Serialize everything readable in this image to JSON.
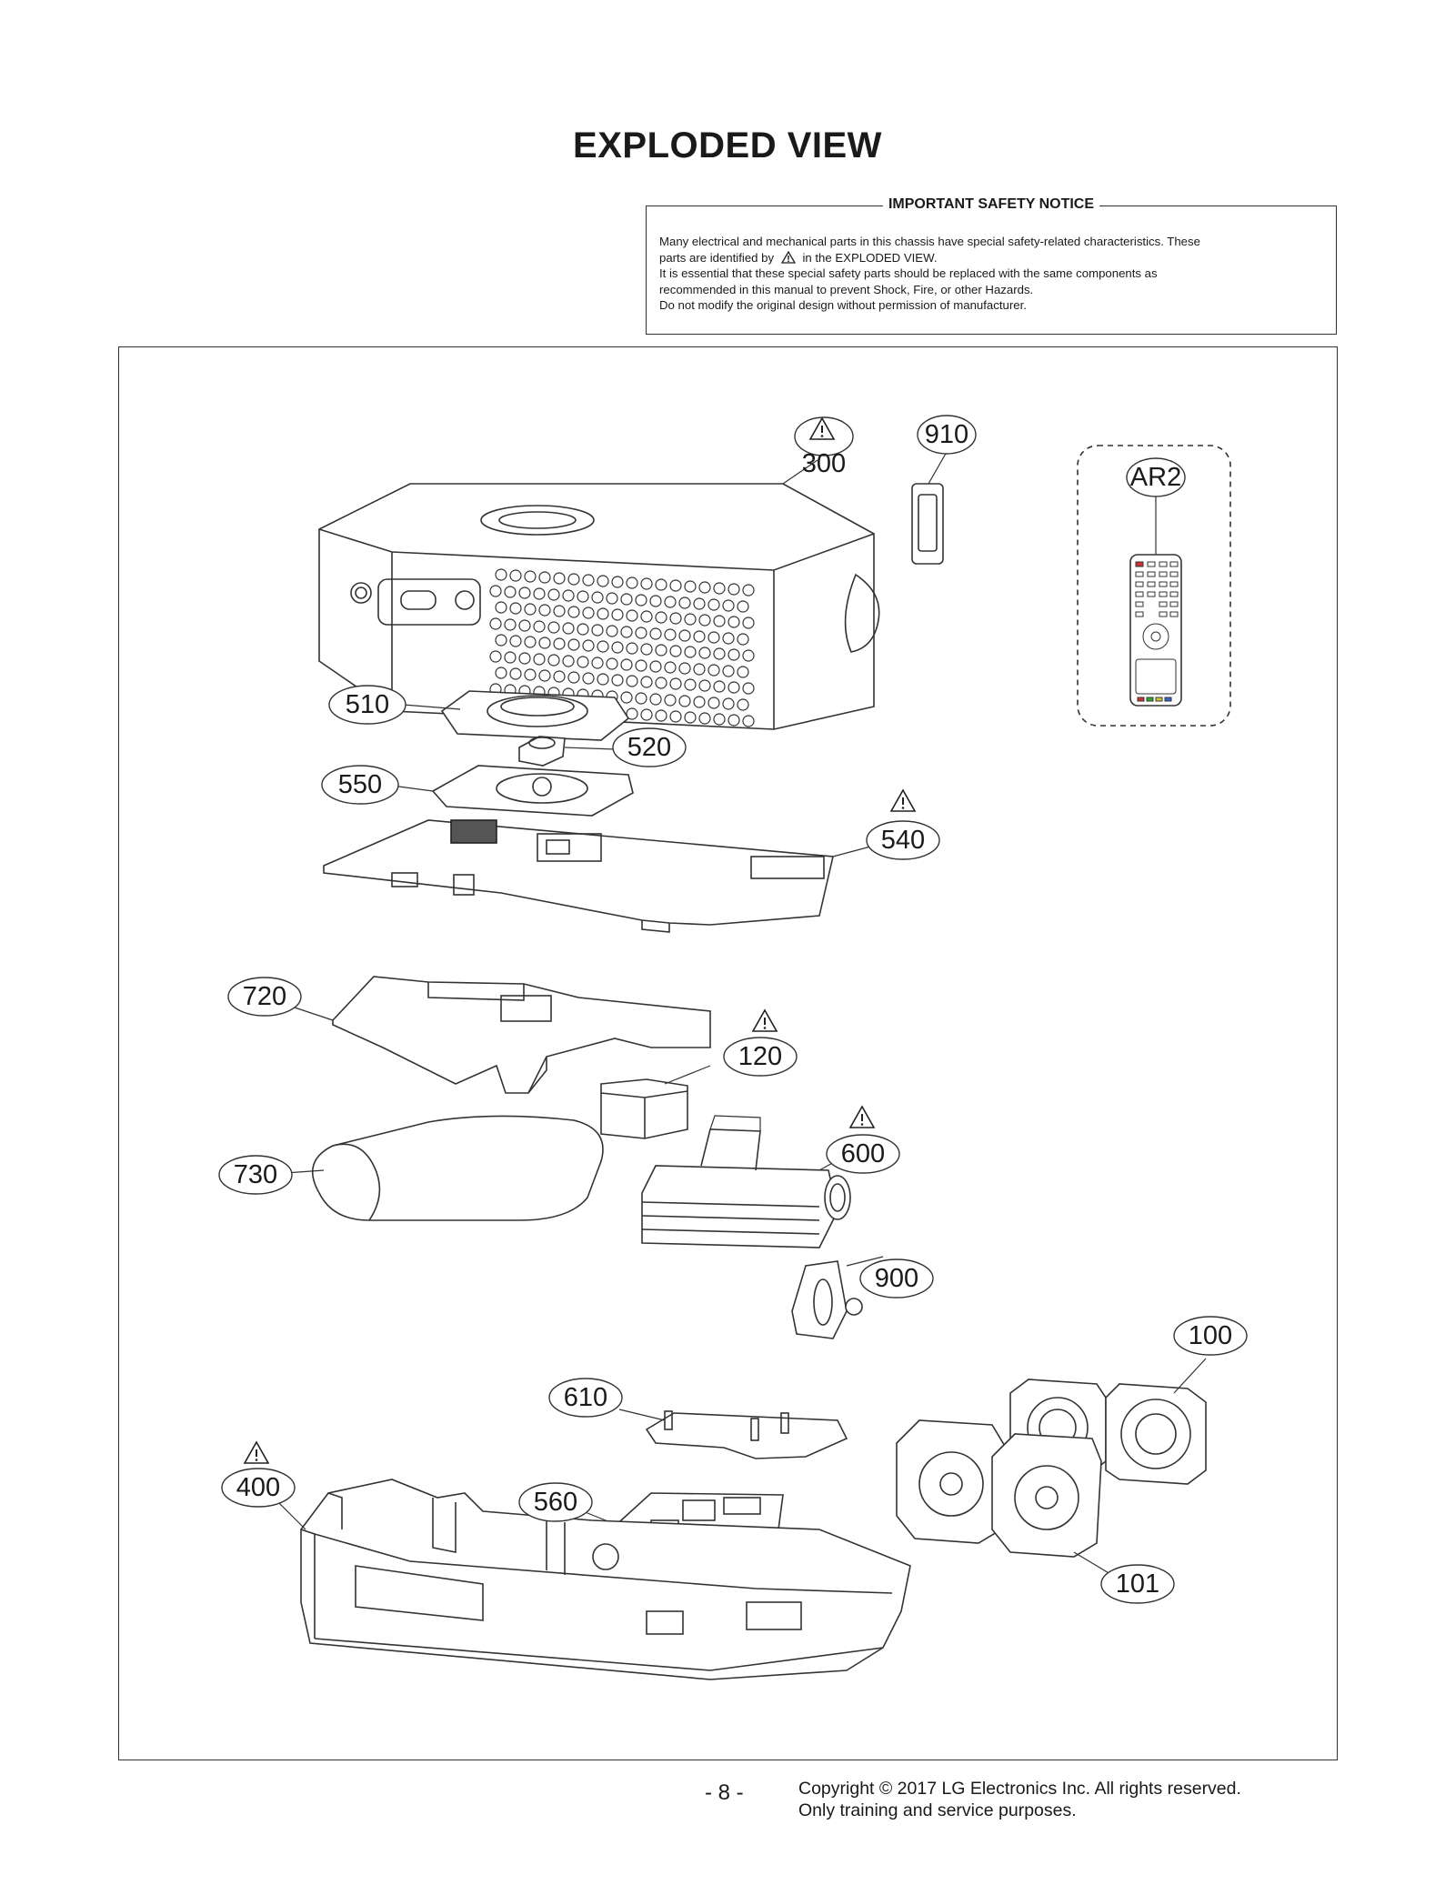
{
  "page": {
    "title": "EXPLODED VIEW"
  },
  "safety_notice": {
    "heading": "IMPORTANT SAFETY NOTICE",
    "line1": "Many electrical and mechanical parts in this chassis have special safety-related characteristics. These",
    "line2_a": "parts are identified by",
    "line2_b": "in the EXPLODED VIEW.",
    "line3": "It is essential that these special safety parts should be replaced with the same components as",
    "line4": "recommended in this manual to prevent Shock, Fire, or other Hazards.",
    "line5": "Do not modify the original design without permission of manufacturer."
  },
  "callouts": {
    "c300": "300",
    "c910": "910",
    "car2": "AR2",
    "c510": "510",
    "c520": "520",
    "c550": "550",
    "c540": "540",
    "c720": "720",
    "c120": "120",
    "c600": "600",
    "c730": "730",
    "c900": "900",
    "c100": "100",
    "c610": "610",
    "c400": "400",
    "c560": "560",
    "c101": "101"
  },
  "footer": {
    "page_number": "- 8 -",
    "copyright": "Copyright © 2017 LG Electronics Inc. All rights reserved.",
    "purpose": "Only training and service purposes."
  },
  "colors": {
    "line": "#333333",
    "text": "#1a1a1a"
  },
  "icons": [
    "safety-warning-icon"
  ]
}
